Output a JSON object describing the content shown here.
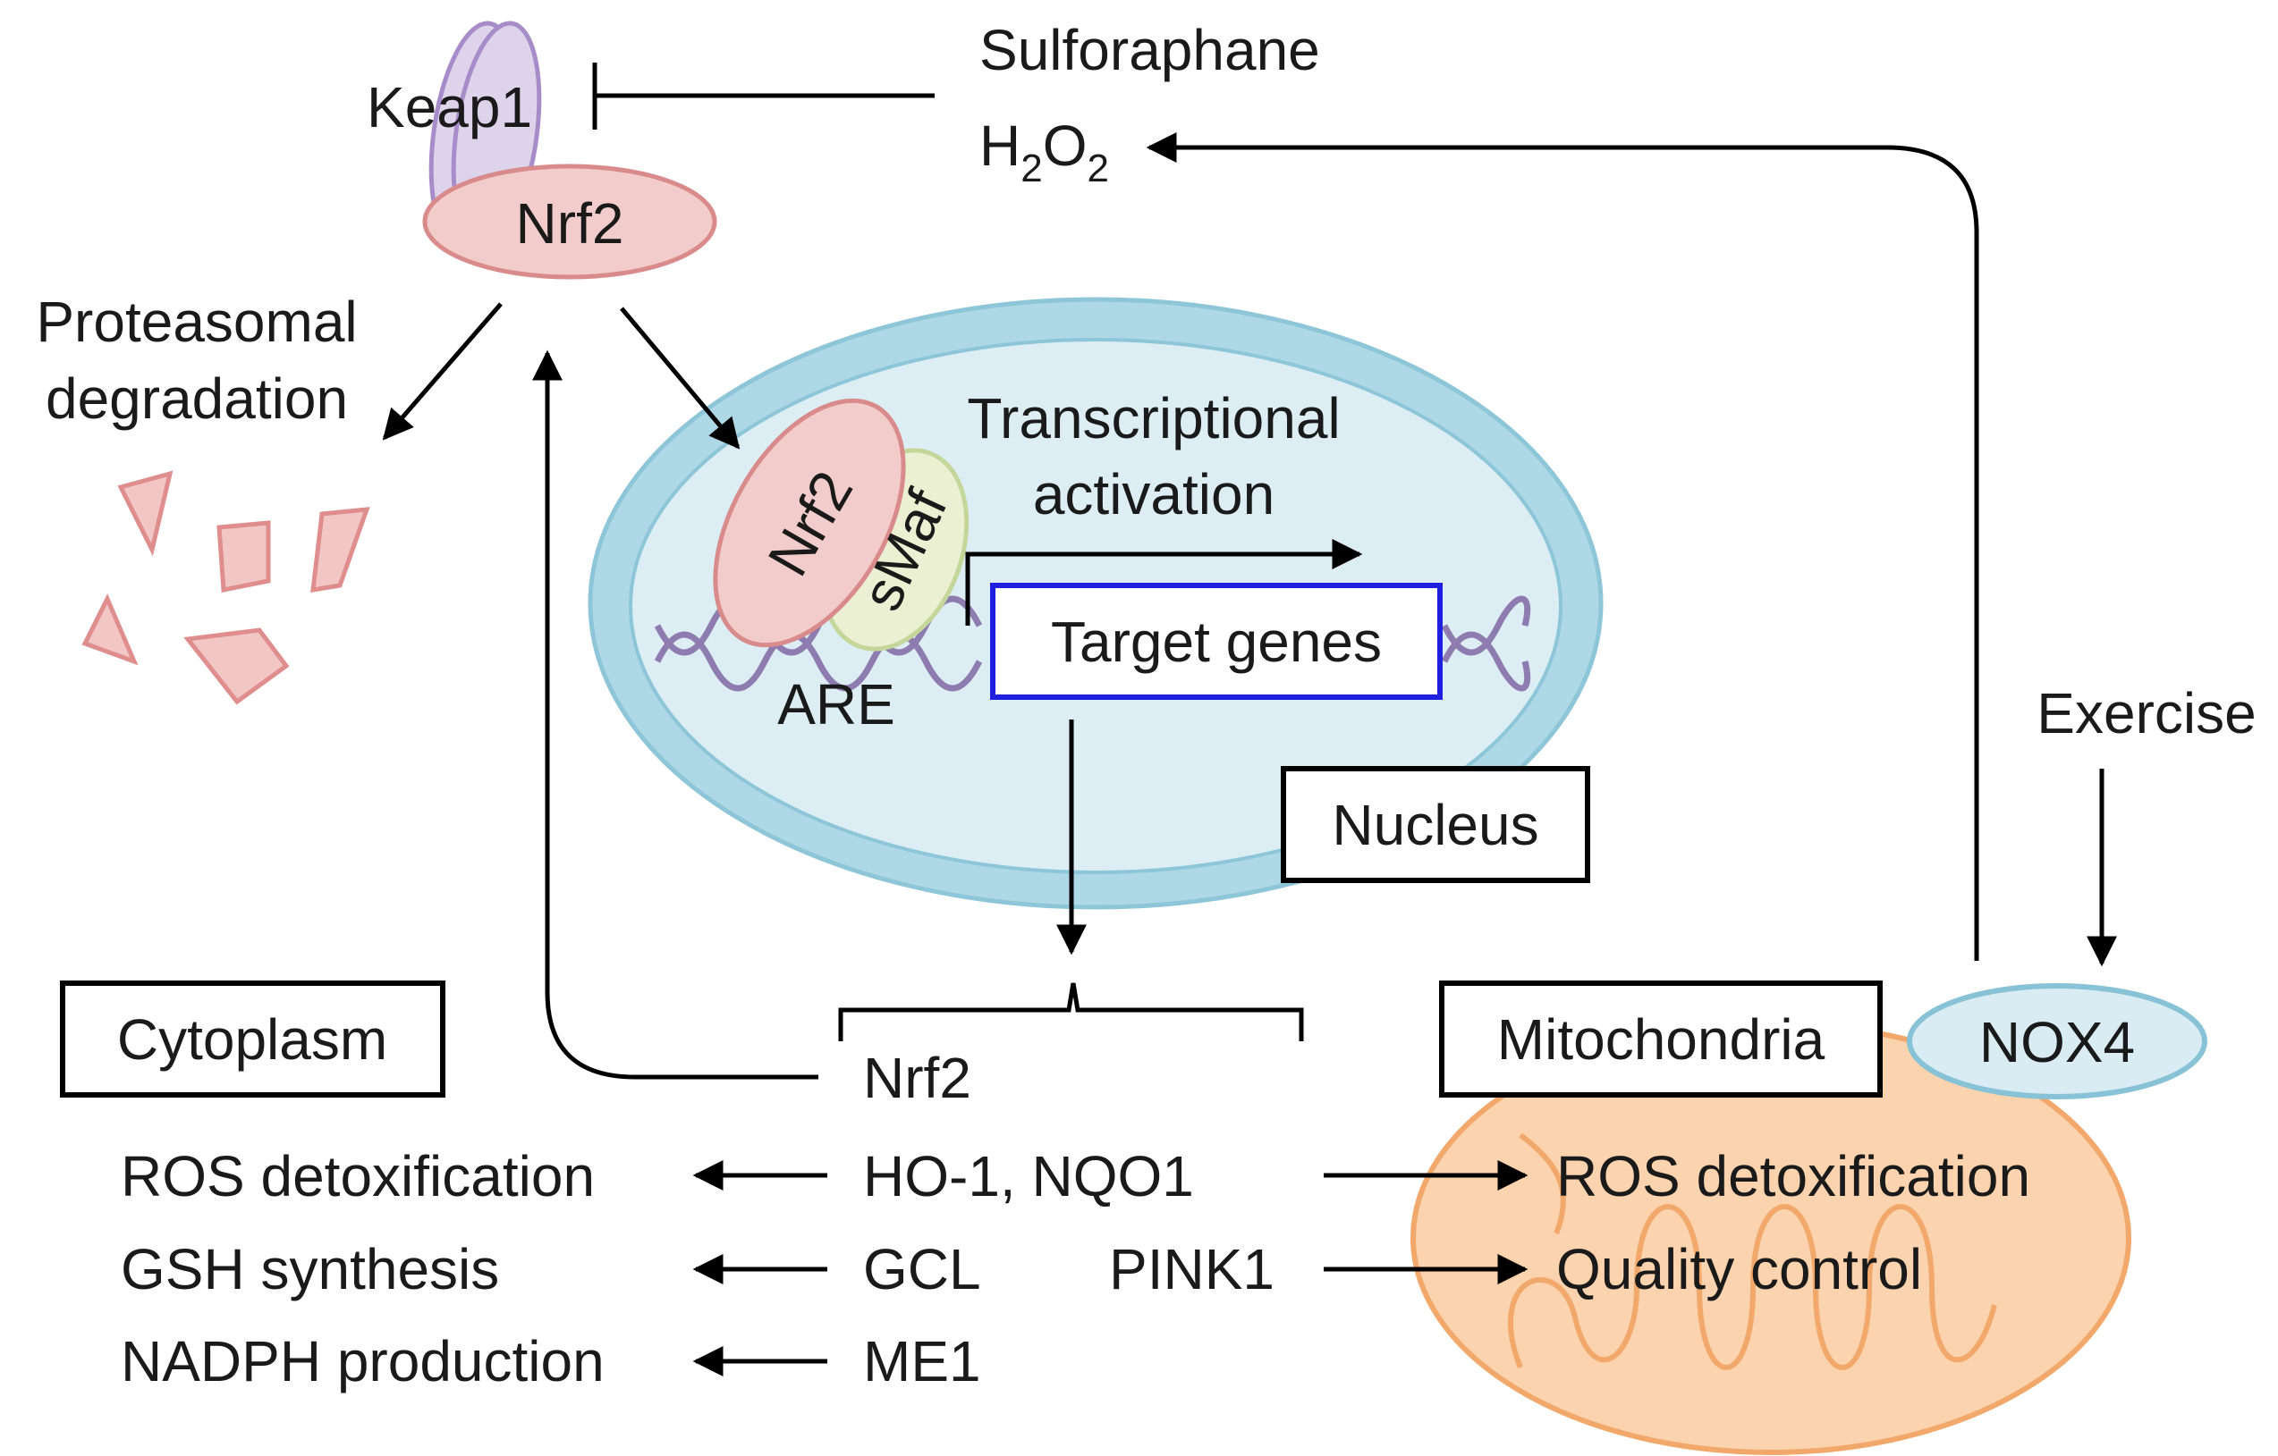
{
  "labels": {
    "keap1": "Keap1",
    "nrf2_complex": "Nrf2",
    "sulforaphane": "Sulforaphane",
    "h2o2": {
      "h": "H",
      "sub1": "2",
      "o": "O",
      "sub2": "2"
    },
    "proteasomal_line1": "Proteasomal",
    "proteasomal_line2": "degradation",
    "nrf2_bound": "Nrf2",
    "smaf": "sMaf",
    "transcriptional_line1": "Transcriptional",
    "transcriptional_line2": "activation",
    "target_genes": "Target genes",
    "are": "ARE",
    "nucleus": "Nucleus",
    "exercise": "Exercise",
    "cytoplasm": "Cytoplasm",
    "mitochondria": "Mitochondria",
    "nox4": "NOX4",
    "nrf2_gene": "Nrf2",
    "ho1_nqo1": "HO-1, NQO1",
    "gcl": "GCL",
    "pink1": "PINK1",
    "me1": "ME1",
    "ros_detox_left": "ROS detoxification",
    "gsh_synthesis": "GSH synthesis",
    "nadph_production": "NADPH production",
    "ros_detox_right": "ROS detoxification",
    "quality_control": "Quality control"
  },
  "colors": {
    "keap1_fill": "#ddd3ea",
    "keap1_stroke": "#a88cc9",
    "nrf2_fill": "#f2cccb",
    "nrf2_stroke": "#d98a8a",
    "nucleus_outer": "#aed8e6",
    "nucleus_inner": "#dcedf3",
    "nucleus_stroke": "#8cc6d8",
    "smaf_fill": "#eaf0d1",
    "smaf_stroke": "#c5d69a",
    "dna": "#8e7bb0",
    "target_box_stroke": "#1f1fe0",
    "mito_fill": "#fbd3ae",
    "mito_stroke": "#f2a86a",
    "nox4_fill": "#d9ecf3",
    "nox4_stroke": "#88c2d6",
    "fragment_fill": "#f3c6c6",
    "fragment_stroke": "#e08d8d"
  }
}
